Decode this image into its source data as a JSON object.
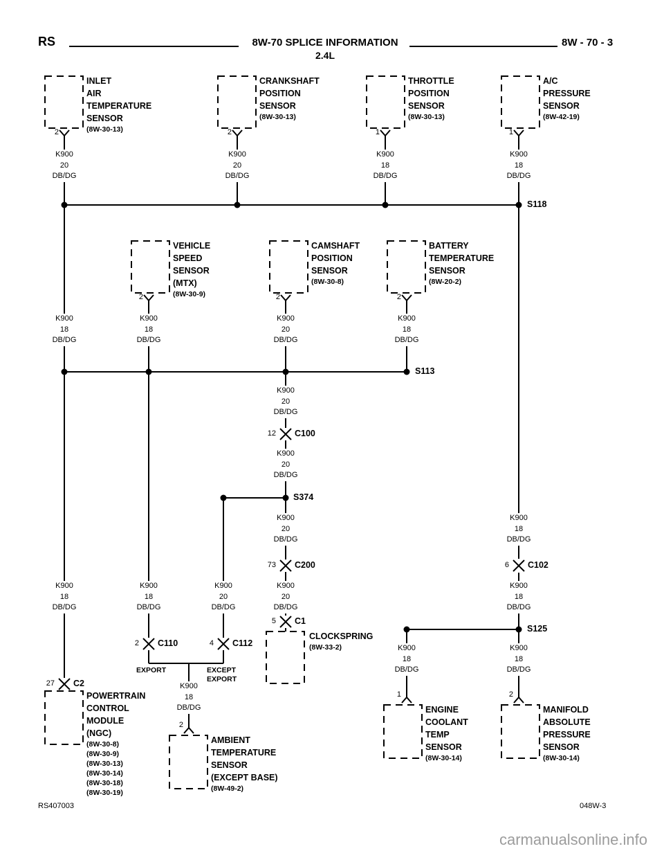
{
  "header": {
    "model": "RS",
    "title": "8W-70 SPLICE INFORMATION",
    "page_ref": "8W - 70 - 3",
    "engine": "2.4L"
  },
  "footer": {
    "drawing_number": "RS407003",
    "sheet_ref": "048W-3",
    "watermark": "carmanualsonline.info"
  },
  "splices": {
    "s118": "S118",
    "s113": "S113",
    "s374": "S374",
    "s125": "S125"
  },
  "connectors": {
    "c100": {
      "pin": "12",
      "name": "C100"
    },
    "c200": {
      "pin": "73",
      "name": "C200"
    },
    "c102": {
      "pin": "6",
      "name": "C102"
    },
    "c110": {
      "pin": "2",
      "name": "C110"
    },
    "c112": {
      "pin": "4",
      "name": "C112"
    },
    "c1": {
      "pin": "5",
      "name": "C1"
    },
    "c2": {
      "pin": "27",
      "name": "C2"
    }
  },
  "branches": {
    "export": "EXPORT",
    "except_export": [
      "EXCEPT",
      "EXPORT"
    ]
  },
  "components": {
    "inlet_air_temp": {
      "pin": "2",
      "lines": [
        "INLET",
        "AIR",
        "TEMPERATURE",
        "SENSOR"
      ],
      "ref": "(8W-30-13)"
    },
    "crankshaft": {
      "pin": "2",
      "lines": [
        "CRANKSHAFT",
        "POSITION",
        "SENSOR"
      ],
      "ref": "(8W-30-13)"
    },
    "throttle": {
      "pin": "1",
      "lines": [
        "THROTTLE",
        "POSITION",
        "SENSOR"
      ],
      "ref": "(8W-30-13)"
    },
    "ac_pressure": {
      "pin": "1",
      "lines": [
        "A/C",
        "PRESSURE",
        "SENSOR"
      ],
      "ref": "(8W-42-19)"
    },
    "vehicle_speed": {
      "pin": "2",
      "lines": [
        "VEHICLE",
        "SPEED",
        "SENSOR",
        "(MTX)"
      ],
      "ref": "(8W-30-9)"
    },
    "camshaft": {
      "pin": "2",
      "lines": [
        "CAMSHAFT",
        "POSITION",
        "SENSOR"
      ],
      "ref": "(8W-30-8)"
    },
    "battery_temp": {
      "pin": "2",
      "lines": [
        "BATTERY",
        "TEMPERATURE",
        "SENSOR"
      ],
      "ref": "(8W-20-2)"
    },
    "clockspring": {
      "lines": [
        "CLOCKSPRING"
      ],
      "ref": "(8W-33-2)"
    },
    "pcm": {
      "lines": [
        "POWERTRAIN",
        "CONTROL",
        "MODULE",
        "(NGC)"
      ],
      "refs": [
        "(8W-30-8)",
        "(8W-30-9)",
        "(8W-30-13)",
        "(8W-30-14)",
        "(8W-30-18)",
        "(8W-30-19)"
      ]
    },
    "engine_coolant": {
      "pin": "1",
      "lines": [
        "ENGINE",
        "COOLANT",
        "TEMP",
        "SENSOR"
      ],
      "ref": "(8W-30-14)"
    },
    "map_sensor": {
      "pin": "2",
      "lines": [
        "MANIFOLD",
        "ABSOLUTE",
        "PRESSURE",
        "SENSOR"
      ],
      "ref": "(8W-30-14)"
    },
    "ambient_temp": {
      "pin": "2",
      "lines": [
        "AMBIENT",
        "TEMPERATURE",
        "SENSOR",
        "(EXCEPT BASE)"
      ],
      "ref": "(8W-49-2)"
    }
  },
  "wires": [
    {
      "circuit": "K900",
      "gauge": "20",
      "color": "DB/DG"
    },
    {
      "circuit": "K900",
      "gauge": "20",
      "color": "DB/DG"
    },
    {
      "circuit": "K900",
      "gauge": "18",
      "color": "DB/DG"
    },
    {
      "circuit": "K900",
      "gauge": "18",
      "color": "DB/DG"
    },
    {
      "circuit": "K900",
      "gauge": "18",
      "color": "DB/DG"
    },
    {
      "circuit": "K900",
      "gauge": "18",
      "color": "DB/DG"
    },
    {
      "circuit": "K900",
      "gauge": "20",
      "color": "DB/DG"
    },
    {
      "circuit": "K900",
      "gauge": "18",
      "color": "DB/DG"
    },
    {
      "circuit": "K900",
      "gauge": "20",
      "color": "DB/DG"
    },
    {
      "circuit": "K900",
      "gauge": "20",
      "color": "DB/DG"
    },
    {
      "circuit": "K900",
      "gauge": "20",
      "color": "DB/DG"
    },
    {
      "circuit": "K900",
      "gauge": "18",
      "color": "DB/DG"
    },
    {
      "circuit": "K900",
      "gauge": "18",
      "color": "DB/DG"
    },
    {
      "circuit": "K900",
      "gauge": "18",
      "color": "DB/DG"
    },
    {
      "circuit": "K900",
      "gauge": "20",
      "color": "DB/DG"
    },
    {
      "circuit": "K900",
      "gauge": "20",
      "color": "DB/DG"
    },
    {
      "circuit": "K900",
      "gauge": "18",
      "color": "DB/DG"
    },
    {
      "circuit": "K900",
      "gauge": "18",
      "color": "DB/DG"
    },
    {
      "circuit": "K900",
      "gauge": "18",
      "color": "DB/DG"
    },
    {
      "circuit": "K900",
      "gauge": "18",
      "color": "DB/DG"
    }
  ]
}
